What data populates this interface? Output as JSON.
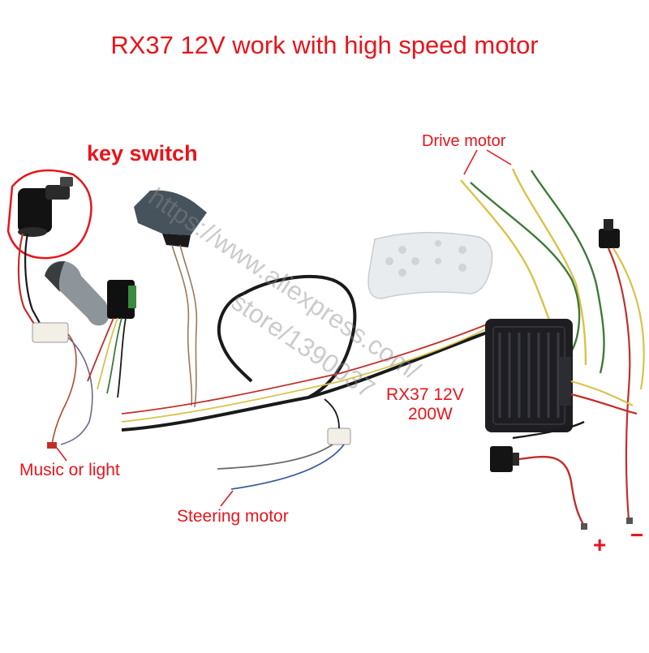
{
  "title": "RX37 12V work with high speed  motor",
  "labels": {
    "key_switch": "key switch",
    "drive_motor": "Drive motor",
    "music_or_light": "Music or light",
    "steering_motor": "Steering motor",
    "controller_line1": "RX37 12V",
    "controller_line2": "200W",
    "plus": "+",
    "minus": "−"
  },
  "watermark": {
    "line1": "https://www.aliexpress.com/",
    "line2": "store/1390037"
  },
  "colors": {
    "label_red": "#e8141b",
    "wire_black": "#1a1a1a",
    "wire_yellow": "#d8c34a",
    "wire_green": "#3f7a3a",
    "wire_red": "#c0302a",
    "controller_body": "#1e1e22",
    "remote_body": "#e9ecee"
  }
}
